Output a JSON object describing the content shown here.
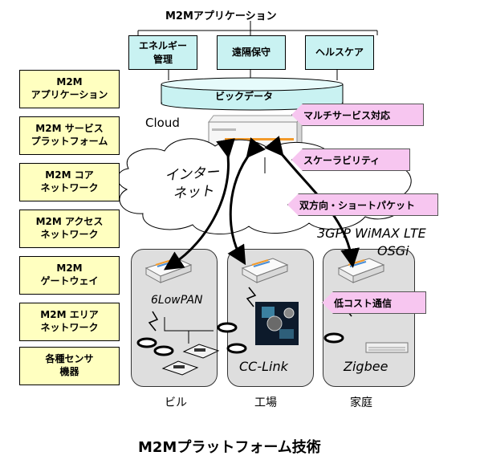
{
  "top_title": "M2Mアプリケーション",
  "app_boxes": [
    {
      "label": "エネルギー\n管理"
    },
    {
      "label": "遠隔保守"
    },
    {
      "label": "ヘルスケア"
    }
  ],
  "bigdata_label": "ビックデータ",
  "cloud_label": "Cloud",
  "internet_label": "インター\nネット",
  "layers": [
    {
      "label": "M2M\nアプリケーション"
    },
    {
      "label": "M2M サービス\nプラットフォーム"
    },
    {
      "label": "M2M コア\nネットワーク"
    },
    {
      "label": "M2M アクセス\nネットワーク"
    },
    {
      "label": "M2M\nゲートウェイ"
    },
    {
      "label": "M2M エリア\nネットワーク"
    },
    {
      "label": "各種センサ\n機器"
    }
  ],
  "feature_tags": [
    {
      "label": "マルチサービス対応"
    },
    {
      "label": "スケーラビリティ"
    },
    {
      "label": "双方向・ショートパケット"
    },
    {
      "label": "低コスト通信"
    }
  ],
  "access_tech_line1": "3GPP WiMAX LTE",
  "access_tech_line2": "OSGi",
  "sites": [
    {
      "protocol": "6LowPAN",
      "name": "ビル"
    },
    {
      "protocol": "CC-Link",
      "name": "工場"
    },
    {
      "protocol": "Zigbee",
      "name": "家庭"
    }
  ],
  "footer_title": "M2Mプラットフォーム技術",
  "colors": {
    "layer_fill": "#ffffc0",
    "app_fill": "#c9f2f2",
    "tag_fill": "#f7c6f0",
    "site_fill": "#dedede"
  }
}
